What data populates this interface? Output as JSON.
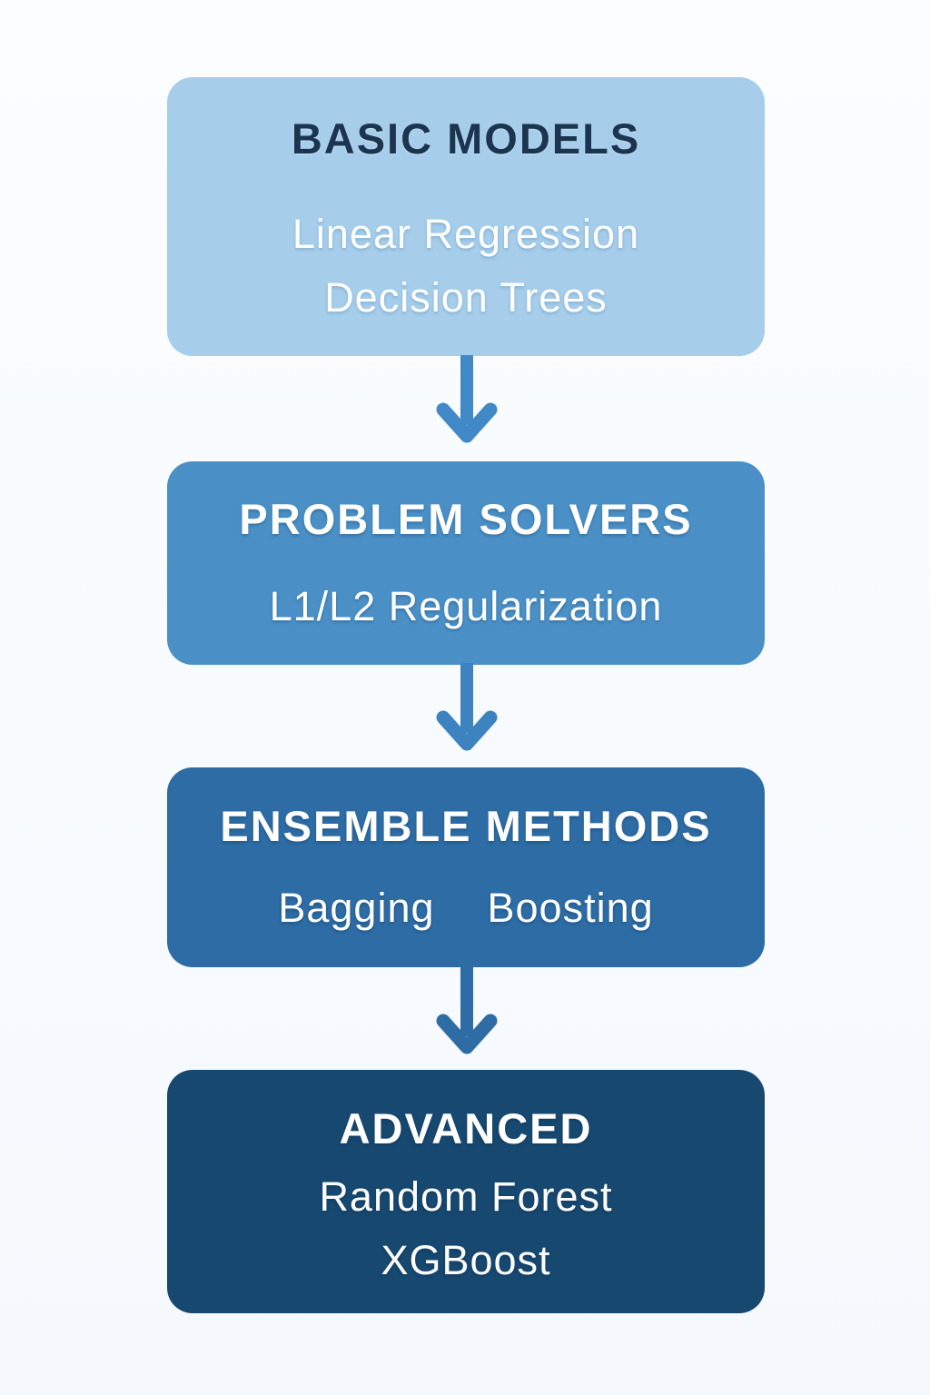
{
  "diagram": {
    "type": "flowchart",
    "direction": "top-down",
    "background_color": "#f8fbfe",
    "boxes": [
      {
        "id": "basic-models",
        "title": "BASIC MODELS",
        "items": [
          "Linear Regression",
          "Decision Trees"
        ],
        "items_layout": "stacked",
        "bg_color": "#a6cdea",
        "title_color": "#1b3550",
        "item_color": "#ffffff"
      },
      {
        "id": "problem-solvers",
        "title": "PROBLEM SOLVERS",
        "items": [
          "L1/L2 Regularization"
        ],
        "items_layout": "stacked",
        "bg_color": "#4a90c6",
        "title_color": "#ffffff",
        "item_color": "#ffffff"
      },
      {
        "id": "ensemble-methods",
        "title": "ENSEMBLE METHODS",
        "items": [
          "Bagging",
          "Boosting"
        ],
        "items_layout": "inline",
        "bg_color": "#2d6ca5",
        "title_color": "#ffffff",
        "item_color": "#ffffff"
      },
      {
        "id": "advanced",
        "title": "ADVANCED",
        "items": [
          "Random Forest",
          "XGBoost"
        ],
        "items_layout": "stacked",
        "bg_color": "#174870",
        "title_color": "#ffffff",
        "item_color": "#ffffff"
      }
    ],
    "arrows": [
      {
        "from": "basic-models",
        "to": "problem-solvers",
        "color": "#4189c6"
      },
      {
        "from": "problem-solvers",
        "to": "ensemble-methods",
        "color": "#3c83c0"
      },
      {
        "from": "ensemble-methods",
        "to": "advanced",
        "color": "#2d6ca5"
      }
    ]
  }
}
